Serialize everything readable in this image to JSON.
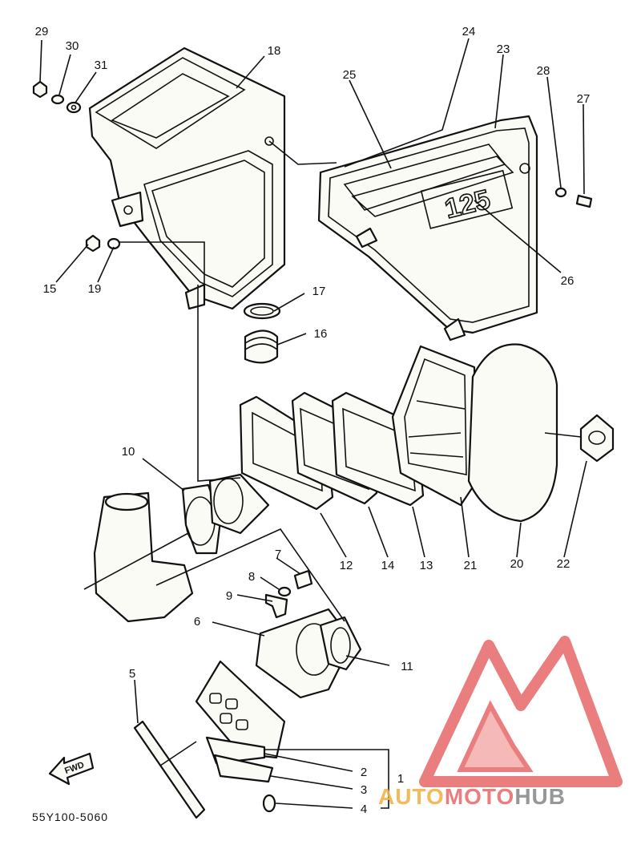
{
  "diagram": {
    "part_numbers": {
      "p1": "1",
      "p2": "2",
      "p3": "3",
      "p4": "4",
      "p5": "5",
      "p6": "6",
      "p7": "7",
      "p8": "8",
      "p9": "9",
      "p10": "10",
      "p11": "11",
      "p12": "12",
      "p13": "13",
      "p14": "14",
      "p15": "15",
      "p16": "16",
      "p17": "17",
      "p18": "18",
      "p19": "19",
      "p20": "20",
      "p21": "21",
      "p22": "22",
      "p23": "23",
      "p24": "24",
      "p25": "25",
      "p26": "26",
      "p27": "27",
      "p28": "28",
      "p29": "29",
      "p30": "30",
      "p31": "31"
    },
    "cover_emblem": "125",
    "fwd_arrow": "FWD",
    "drawing_code": "55Y100-5060"
  },
  "watermark": {
    "brand_part1": "AUTO",
    "brand_part2": "MOTO",
    "brand_part3": "HUB",
    "colors": {
      "red": "#e8706f",
      "orange": "#f2b24a",
      "gray": "#8c8c8c"
    }
  }
}
